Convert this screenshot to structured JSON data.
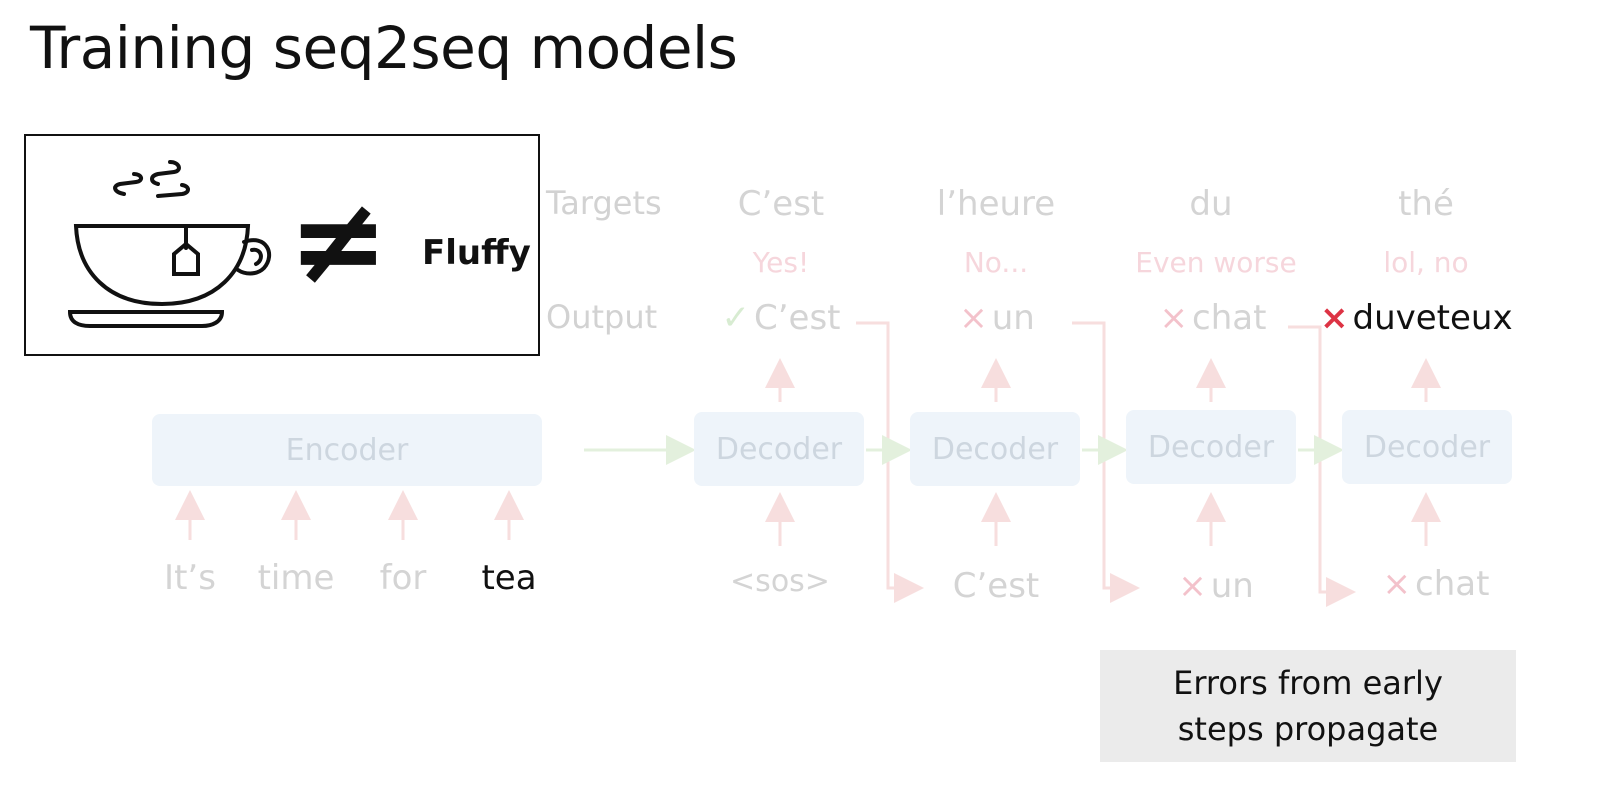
{
  "title": "Training seq2seq models",
  "row_labels": {
    "targets": "Targets",
    "output": "Output"
  },
  "targets": [
    "C’est",
    "l’heure",
    "du",
    "thé"
  ],
  "comments": [
    "Yes!",
    "No...",
    "Even worse",
    "lol, no"
  ],
  "outputs": [
    {
      "text": "C’est",
      "mark": "✓"
    },
    {
      "text": "un",
      "mark": "×"
    },
    {
      "text": "chat",
      "mark": "×"
    },
    {
      "text": "duveteux",
      "mark": "×"
    }
  ],
  "encoder_label": "Encoder",
  "decoder_label": "Decoder",
  "source_tokens": [
    "It’s",
    "time",
    "for",
    "tea"
  ],
  "decoder_inputs": [
    {
      "text": "<sos>",
      "mark": ""
    },
    {
      "text": "C’est",
      "mark": ""
    },
    {
      "text": "un",
      "mark": "×"
    },
    {
      "text": "chat",
      "mark": "×"
    }
  ],
  "overlay": {
    "not_equal_symbol": "≠",
    "word": "Fluffy",
    "icon": "teacup-icon"
  },
  "note": "Errors from early steps propagate",
  "colors": {
    "error": "#dd3344",
    "check": "#9ccf8a",
    "box": "#eef4fa",
    "note_bg": "#ebebeb"
  }
}
